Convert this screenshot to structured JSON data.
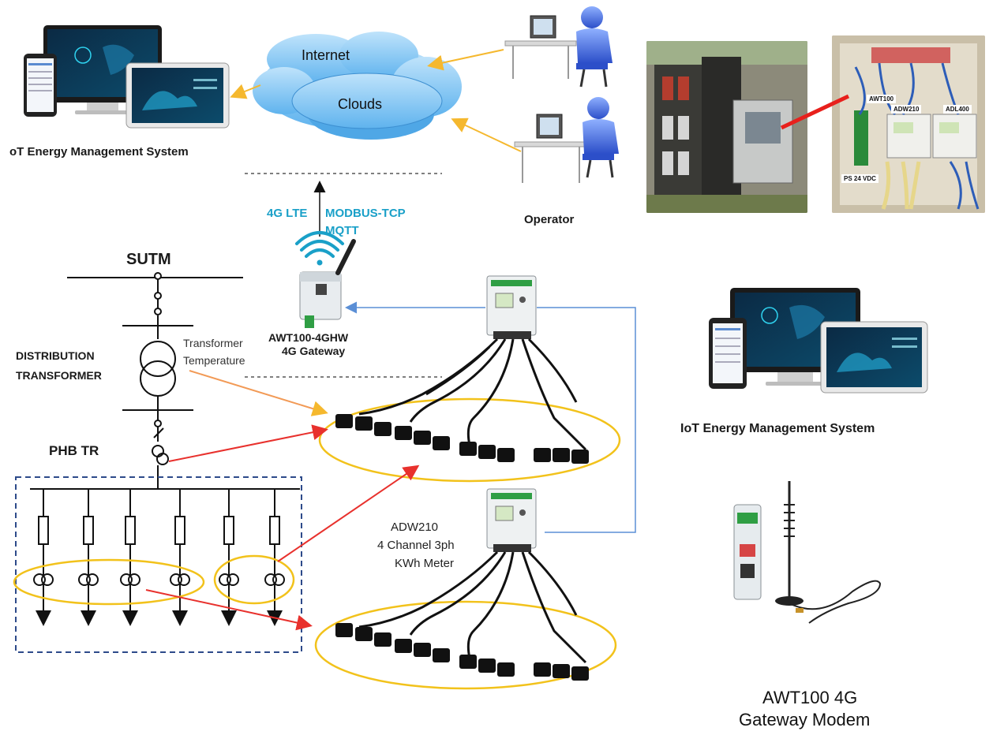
{
  "labels": {
    "iot_top": "oT Energy Management System",
    "iot_right": "IoT Energy Management System",
    "internet": "Internet",
    "clouds": "Clouds",
    "operator": "Operator",
    "lte": "4G LTE",
    "modbus": "MODBUS-TCP",
    "mqtt": "MQTT",
    "sutm": "SUTM",
    "dist_line1": "DISTRIBUTION",
    "dist_line2": "TRANSFORMER",
    "tt_line1": "Transformer",
    "tt_line2": "Temperature",
    "gw_line1": "AWT100-4GHW",
    "gw_line2": "4G Gateway",
    "phb": "PHB TR",
    "adw_line1": "ADW210",
    "adw_line2": "4 Channel 3ph",
    "adw_line3": "KWh Meter",
    "modem_line1": "AWT100 4G",
    "modem_line2": "Gateway Modem"
  },
  "photo_tags": {
    "awt100": "AWT100",
    "adw210": "ADW210",
    "adl400": "ADL400",
    "ps": "PS 24 VDC"
  },
  "colors": {
    "orange_arrow": "#f5b82e",
    "red_arrow": "#e8312d",
    "blue_line": "#5b8fd6",
    "yellow_ellipse": "#f2c21b",
    "dash_box": "#2d4a8a",
    "cyan_text": "#1aa0c8"
  }
}
